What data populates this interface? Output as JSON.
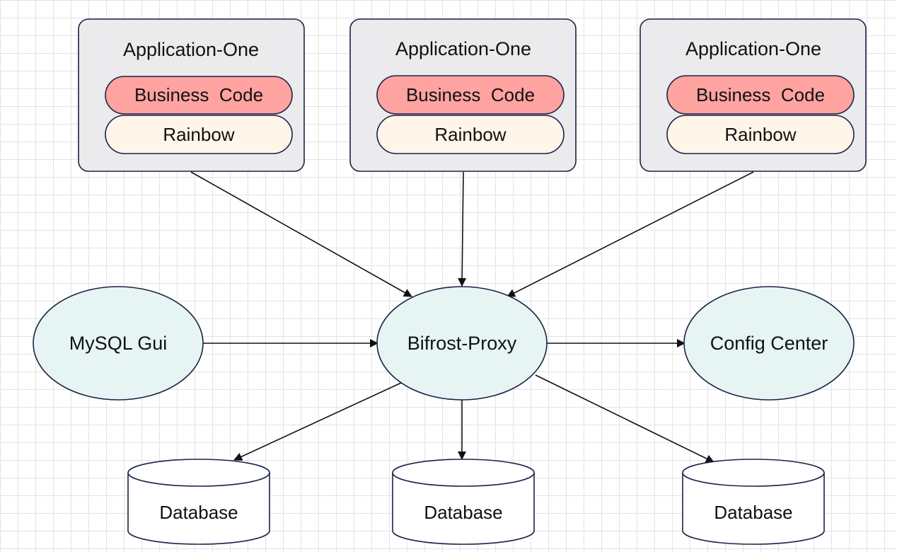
{
  "applications": [
    {
      "title": "Application-One",
      "business_label": "Business  Code",
      "rainbow_label": "Rainbow"
    },
    {
      "title": "Application-One",
      "business_label": "Business  Code",
      "rainbow_label": "Rainbow"
    },
    {
      "title": "Application-One",
      "business_label": "Business  Code",
      "rainbow_label": "Rainbow"
    }
  ],
  "nodes": {
    "mysql_gui": "MySQL Gui",
    "proxy": "Bifrost-Proxy",
    "config_center": "Config Center"
  },
  "databases": [
    {
      "label": "Database"
    },
    {
      "label": "Database"
    },
    {
      "label": "Database"
    }
  ],
  "colors": {
    "app_fill": "#ebebed",
    "business_fill": "#ffa3a1",
    "rainbow_fill": "#fff5e8",
    "node_fill": "#e6f5f3",
    "stroke": "#1c2247",
    "edge": "#111111"
  }
}
